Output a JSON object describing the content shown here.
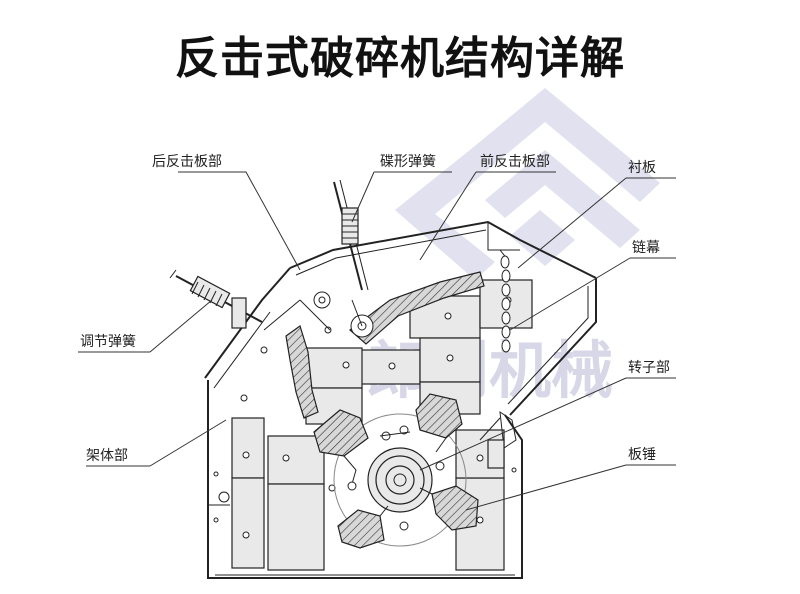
{
  "title": "反击式破碎机结构详解",
  "watermark": "郎创机械",
  "labels": {
    "rear_apron": "后反击板部",
    "disc_spring": "碟形弹簧",
    "front_apron": "前反击板部",
    "liner": "衬板",
    "chain_curtain": "链幕",
    "adjust_spring": "调节弹簧",
    "rotor": "转子部",
    "frame": "架体部",
    "blow_bar": "板锤"
  }
}
